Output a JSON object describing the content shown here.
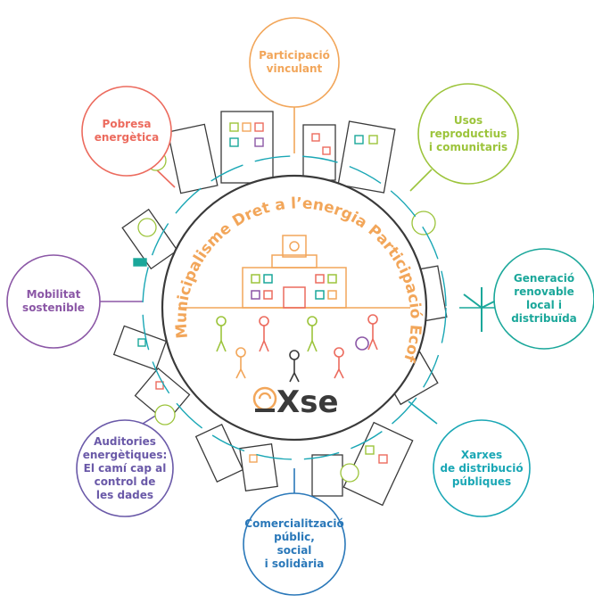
{
  "center": {
    "arc_left": "Municipalisme",
    "arc_top": "Dret a l’energia",
    "arc_top_right": "Participació",
    "arc_right": "Ecofeminisme",
    "logo_text": "Xse"
  },
  "bubbles": [
    {
      "key": "participacio",
      "text": "Participació\nvinculant",
      "color": "#f2a65a"
    },
    {
      "key": "pobresa",
      "text": "Pobresa\nenergètica",
      "color": "#ec6b5e"
    },
    {
      "key": "usos",
      "text": "Usos reproductius\ni comunitaris",
      "color": "#9cc43b"
    },
    {
      "key": "mobilitat",
      "text": "Mobilitat\nsostenible",
      "color": "#8b57a6"
    },
    {
      "key": "generacio",
      "text": "Generació\nrenovable\nlocal i\ndistribuïda",
      "color": "#1aa79a"
    },
    {
      "key": "auditories",
      "text": "Auditories\nenergètiques:\nEl camí cap al\ncontrol de\nles dades",
      "color": "#6a59a8"
    },
    {
      "key": "xarxes",
      "text": "Xarxes\nde distribució\npúbliques",
      "color": "#1aa7b5"
    },
    {
      "key": "comercialitzacio",
      "text": "Comercialització\npúblic,\nsocial\ni solidària",
      "color": "#2a78b9"
    }
  ],
  "colors": {
    "ring": "#3a3a3a",
    "arc_text": "#f2a65a",
    "logo": "#3a3a3a",
    "logo_sun": "#f2a65a",
    "connector": "#1aa7b5"
  }
}
